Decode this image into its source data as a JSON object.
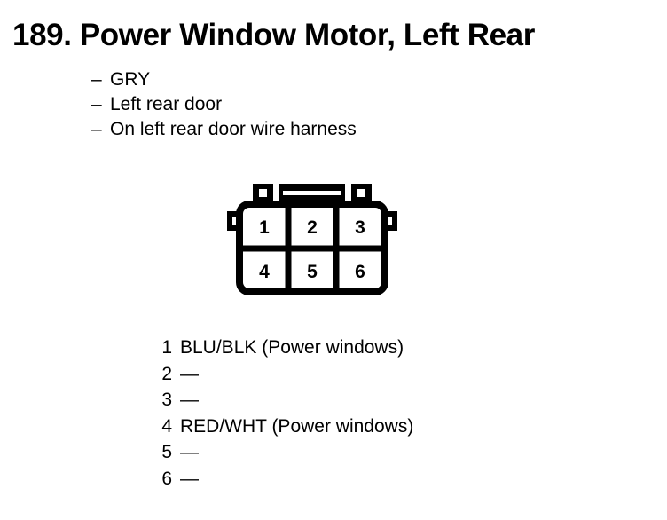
{
  "page": {
    "title": "189. Power Window Motor, Left Rear",
    "number": "189.",
    "name": "Power Window Motor, Left Rear",
    "background_color": "#ffffff",
    "ink_color": "#000000"
  },
  "specs": {
    "bullet": "–",
    "items": [
      "GRY",
      "Left rear door",
      "On left rear door wire harness"
    ]
  },
  "connector": {
    "type": "6-way connector",
    "rows": 2,
    "columns": 3,
    "cavity_labels": [
      [
        "1",
        "2",
        "3"
      ],
      [
        "4",
        "5",
        "6"
      ]
    ],
    "features": [
      "left-locking-ear",
      "right-locking-ear",
      "left-top-tab",
      "center-top-tab-with-slot",
      "right-top-tab"
    ]
  },
  "pin_legend": {
    "empty_marker": "—",
    "rows": [
      {
        "pin": "1",
        "value": "BLU/BLK (Power windows)"
      },
      {
        "pin": "2",
        "value": "—"
      },
      {
        "pin": "3",
        "value": "—"
      },
      {
        "pin": "4",
        "value": "RED/WHT (Power windows)"
      },
      {
        "pin": "5",
        "value": "—"
      },
      {
        "pin": "6",
        "value": "—"
      }
    ]
  }
}
